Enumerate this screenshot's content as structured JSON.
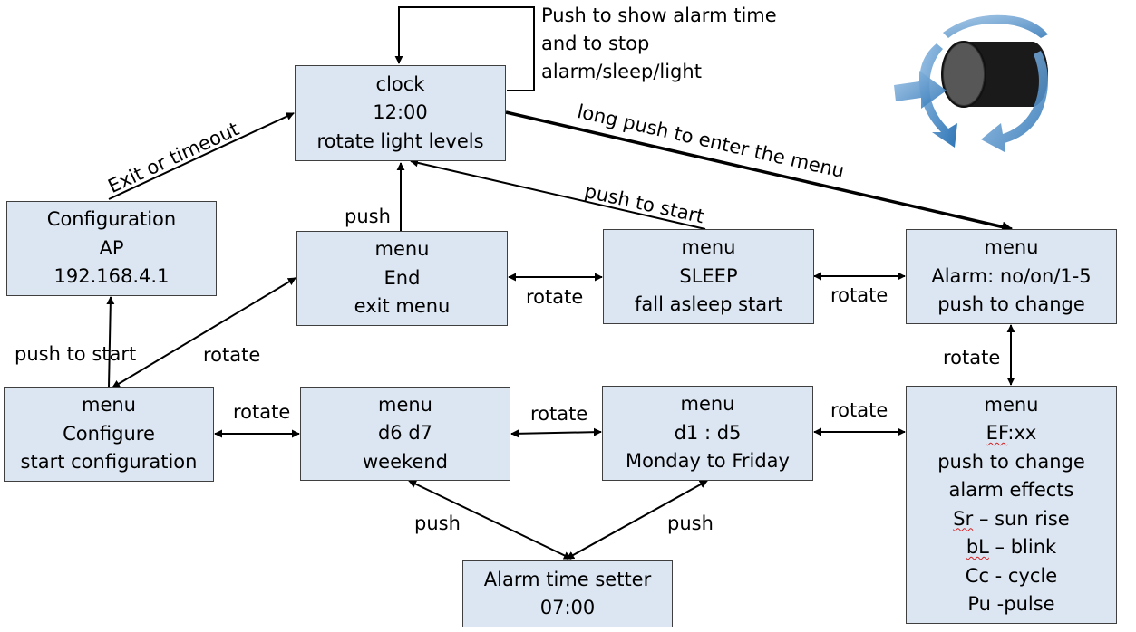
{
  "nodes": {
    "clock": [
      "clock",
      "12:00",
      "rotate light levels"
    ],
    "config_ap": [
      "Configuration",
      "AP",
      "192.168.4.1"
    ],
    "menu_end": [
      "menu",
      "End",
      "exit menu"
    ],
    "menu_sleep": [
      "menu",
      "SLEEP",
      "fall asleep start"
    ],
    "menu_alarm": [
      "menu",
      "Alarm: no/on/1-5",
      "push to change"
    ],
    "menu_configure": [
      "menu",
      "Configure",
      "start configuration"
    ],
    "menu_weekend": [
      "menu",
      "d6 d7",
      "weekend"
    ],
    "menu_weekdays": [
      "menu",
      "d1 : d5",
      "Monday to Friday"
    ],
    "menu_effects": {
      "l1": "menu",
      "l2_prefix": "EF",
      "l2_suffix": ":xx",
      "l3": "push to change",
      "l4": "alarm effects",
      "l5_prefix": "Sr",
      "l5_suffix": " – sun rise",
      "l6_prefix": "bL",
      "l6_suffix": " – blink",
      "l7": "Cc - cycle",
      "l8": "Pu -pulse"
    },
    "alarm_setter": [
      "Alarm time setter",
      "07:00"
    ]
  },
  "labels": {
    "clock_push": [
      "Push to show alarm time",
      "and to stop",
      "alarm/sleep/light"
    ],
    "long_push": "long push to enter the menu",
    "exit_timeout": "Exit or timeout",
    "push_end": "push",
    "push_start_sleep": "push to start",
    "rotate_end_sleep": "rotate",
    "rotate_sleep_alarm": "rotate",
    "rotate_alarm_effects": "rotate",
    "push_start_config": "push to start",
    "rotate_config_end": "rotate",
    "rotate_config_weekend": "rotate",
    "rotate_weekend_weekdays": "rotate",
    "rotate_weekdays_effects": "rotate",
    "push_weekend": "push",
    "push_weekdays": "push"
  },
  "colors": {
    "box_fill": "#dce6f2",
    "box_border": "#3f3f3f",
    "icon_arrow_blue": "#5b9bd5",
    "icon_cylinder": "#1a1a1a"
  }
}
